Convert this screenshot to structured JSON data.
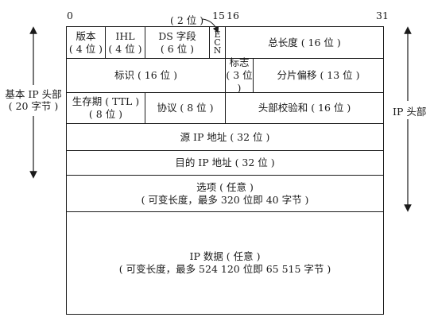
{
  "bit_numbers": {
    "b0": "0",
    "b15": "15",
    "b16": "16",
    "b31": "31"
  },
  "ecn_width_note": "( 2 位 )",
  "row1": {
    "version": {
      "label": "版本",
      "bits": "( 4 位 )"
    },
    "ihl": {
      "label": "IHL",
      "bits": "( 4 位 )"
    },
    "ds": {
      "label": "DS 字段",
      "bits": "( 6 位 )"
    },
    "ecn": {
      "e": "E",
      "c": "C",
      "n": "N"
    },
    "total_length": {
      "text": "总长度 ( 16 位 )"
    }
  },
  "row2": {
    "identification": {
      "text": "标识 ( 16 位 )"
    },
    "flags": {
      "label": "标志",
      "bits": "( 3 位 )"
    },
    "fragment_offset": {
      "text": "分片偏移 ( 13 位 )"
    }
  },
  "row3": {
    "ttl": {
      "label": "生存期 ( TTL )",
      "bits": "( 8 位 )"
    },
    "protocol": {
      "text": "协议 ( 8 位 )"
    },
    "checksum": {
      "text": "头部校验和 ( 16 位 )"
    }
  },
  "source_address": {
    "text": "源 IP 地址 ( 32 位 )"
  },
  "destination_address": {
    "text": "目的 IP 地址 ( 32 位 )"
  },
  "options": {
    "title": "选项 ( 任意 )",
    "desc": "( 可变长度，最多 320 位即 40 字节 )"
  },
  "data": {
    "title": "IP 数据 ( 任意 )",
    "desc": "( 可变长度，最多 524 120 位即 65 515 字节 )"
  },
  "left_label": {
    "line1": "基本 IP 头部",
    "line2": "( 20 字节 )"
  },
  "right_label": {
    "text": "IP 头部"
  }
}
